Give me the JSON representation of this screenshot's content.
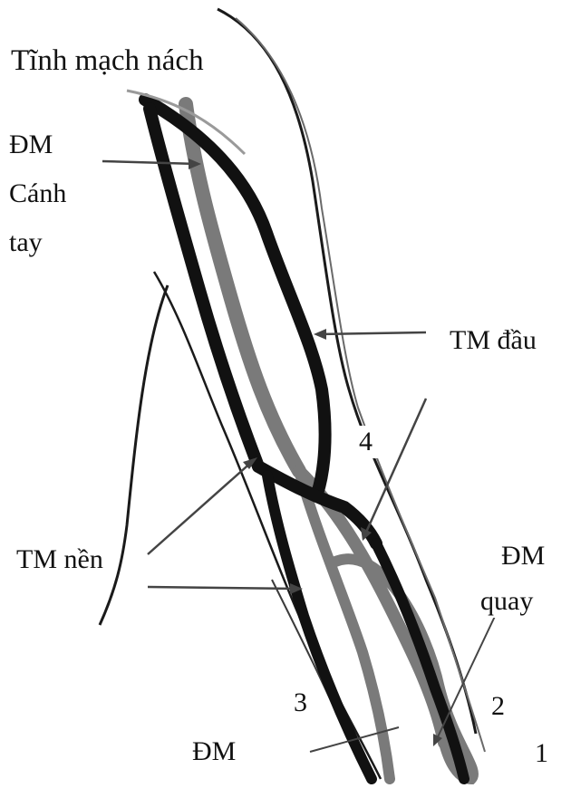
{
  "labels": {
    "axillary_vein": "Tĩnh mạch nách",
    "brachial_artery_l1": "ĐM",
    "brachial_artery_l2": "Cánh",
    "brachial_artery_l3": "tay",
    "cephalic_vein": "TM đầu",
    "num_4": "4",
    "basilic_vein": "TM nền",
    "radial_artery_l1": "ĐM",
    "radial_artery_l2": "quay",
    "num_3": "3",
    "num_2": "2",
    "num_1": "1",
    "artery_bottom": "ĐM"
  },
  "colors": {
    "vein": "#111111",
    "artery": "#7a7a7a",
    "outline": "#1a1a1a",
    "background": "#ffffff"
  }
}
